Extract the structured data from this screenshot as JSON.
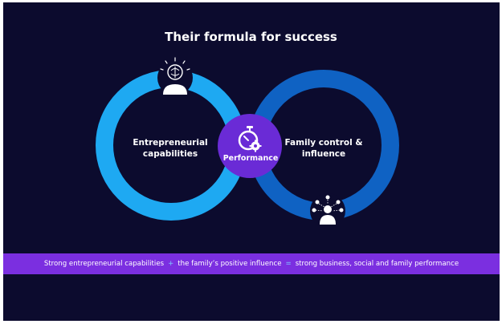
{
  "title": "Their formula for success",
  "left_ring": {
    "label_line1": "Entrepreneurial",
    "label_line2": "capabilities",
    "icon": "lightbulb-brain-icon",
    "color": "#1ea9f2"
  },
  "right_ring": {
    "label_line1": "Family control &",
    "label_line2": "influence",
    "icon": "family-network-icon",
    "color": "#0f62c3"
  },
  "center": {
    "label": "Performance",
    "icon": "stopwatch-gear-icon",
    "color": "#6a2bd6"
  },
  "formula": {
    "part1": "Strong entrepreneurial capabilities",
    "op1": "+",
    "part2": "the family’s positive influence",
    "op2": "=",
    "part3": "strong business, social and family performance"
  },
  "colors": {
    "background": "#0c0b2e",
    "band": "#7b2fe0",
    "operator": "#7fc6ff"
  }
}
